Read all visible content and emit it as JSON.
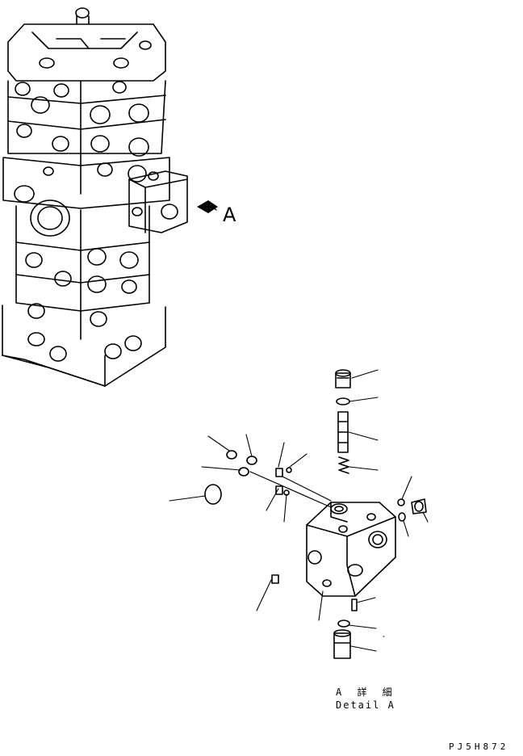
{
  "view_marker": "A",
  "detail_caption_jp": "A 詳 細",
  "detail_caption_en": "Detail A",
  "drawing_code": "PJ5H872"
}
